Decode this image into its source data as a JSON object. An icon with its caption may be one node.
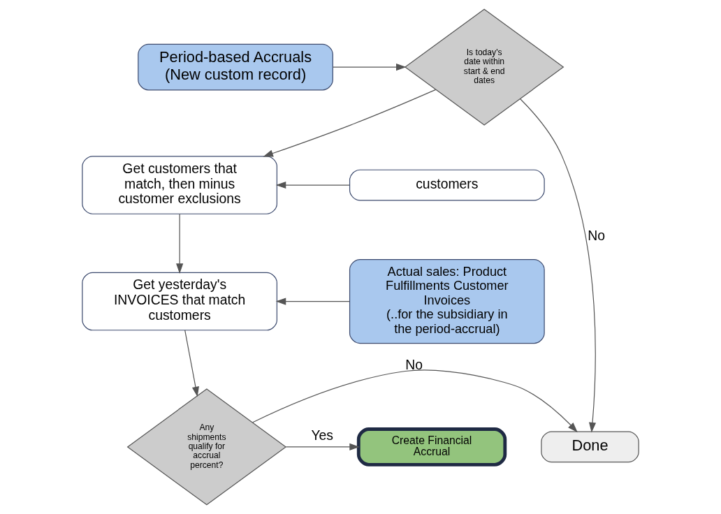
{
  "diagram": {
    "nodes": [
      {
        "text": [
          "Period-based Accruals",
          "(New custom record)"
        ]
      },
      {
        "text": [
          "Is today's date within start & end dates"
        ]
      },
      {
        "text": [
          "customers"
        ]
      },
      {
        "text": [
          "Get customers that match, then minus customer exclusions"
        ]
      },
      {
        "text": [
          "Actual sales: Product Fulfillments Customer Invoices",
          "(..for the subsidiary in the period-accrual)"
        ]
      },
      {
        "text": [
          "Get yesterday's INVOICES that match customers"
        ]
      },
      {
        "text": [
          "Any shipments qualify for accrual percent?"
        ]
      },
      {
        "text": [
          "Create Financial Accrual"
        ]
      },
      {
        "text": [
          "Done"
        ]
      }
    ],
    "edges": [
      {
        "from": 0,
        "to": 1,
        "arrow": "to"
      },
      {
        "from": 1,
        "to": 8,
        "arrow": "to",
        "label": "No"
      },
      {
        "from": 1,
        "to": 3,
        "arrow": "to"
      },
      {
        "from": 2,
        "to": 3,
        "arrow": "to"
      },
      {
        "from": 3,
        "to": 5,
        "arrow": "to"
      },
      {
        "from": 4,
        "to": 5,
        "arrow": "to"
      },
      {
        "from": 5,
        "to": 6,
        "arrow": "to"
      },
      {
        "from": 6,
        "to": 7,
        "arrow": "to",
        "label": "Yes"
      },
      {
        "from": 6,
        "to": 8,
        "arrow": "to",
        "label": "No"
      }
    ]
  }
}
